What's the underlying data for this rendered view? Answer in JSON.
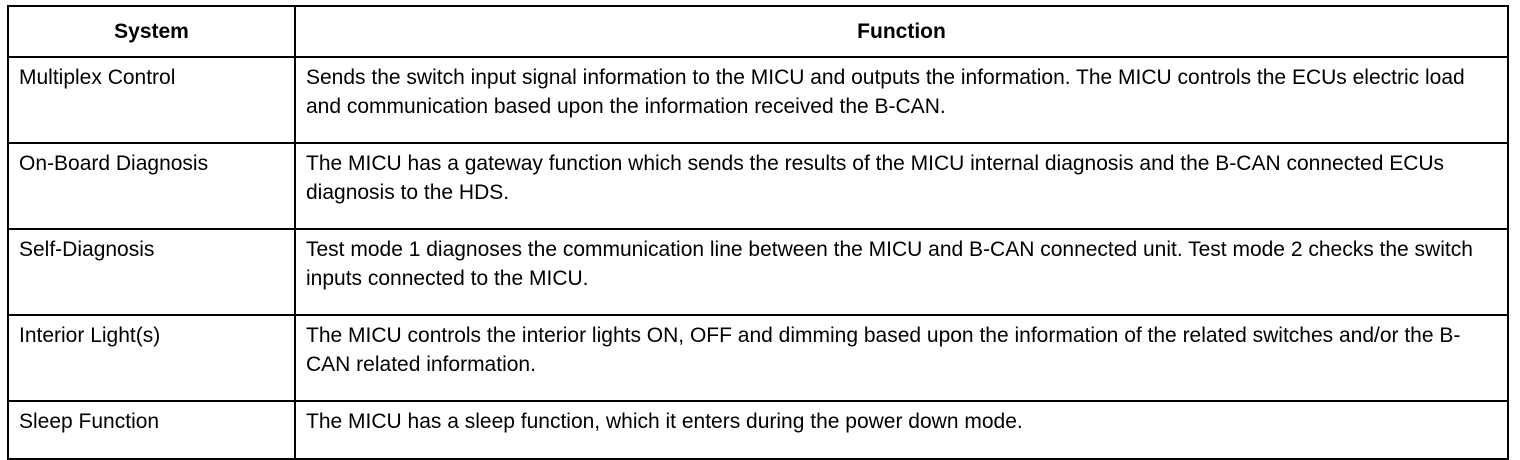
{
  "table": {
    "headers": [
      "System",
      "Function"
    ],
    "rows": [
      {
        "system": "Multiplex Control",
        "function": "Sends the switch input signal information to the MICU and outputs the information. The MICU controls the ECUs electric load and communication based upon the information received the B-CAN."
      },
      {
        "system": "On-Board Diagnosis",
        "function": "The MICU has a gateway function which sends the results of the MICU internal diagnosis and the B-CAN connected ECUs diagnosis to the HDS."
      },
      {
        "system": "Self-Diagnosis",
        "function": "Test mode 1 diagnoses the communication line between the MICU and B-CAN connected unit. Test mode 2 checks the switch inputs connected to the MICU."
      },
      {
        "system": "Interior Light(s)",
        "function": "The MICU controls the interior lights ON, OFF and dimming based upon the information of the related switches and/or the B-CAN related information."
      },
      {
        "system": "Sleep Function",
        "function": "The MICU has a sleep function, which it enters during the power down mode."
      }
    ]
  }
}
